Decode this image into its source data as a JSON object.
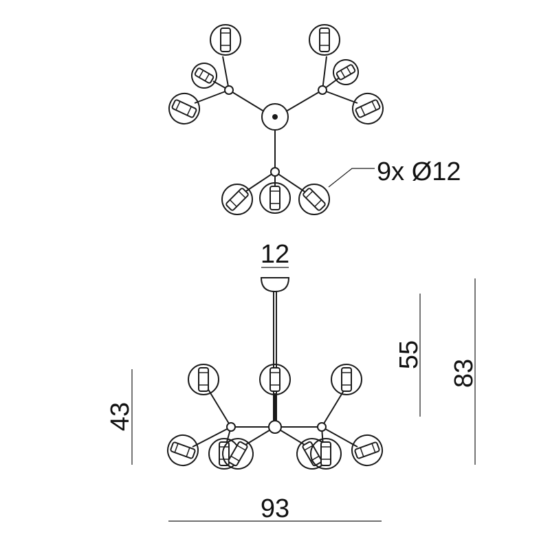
{
  "drawing": {
    "title": "",
    "line_color": "#1a1a1a",
    "background": "#ffffff"
  },
  "top_view": {
    "callout_label": "9x Ø12"
  },
  "side_view": {
    "canopy_width_label": "12",
    "overall_width_label": "93",
    "body_height_label": "43",
    "drop_height_label": "55",
    "total_height_label": "83"
  }
}
